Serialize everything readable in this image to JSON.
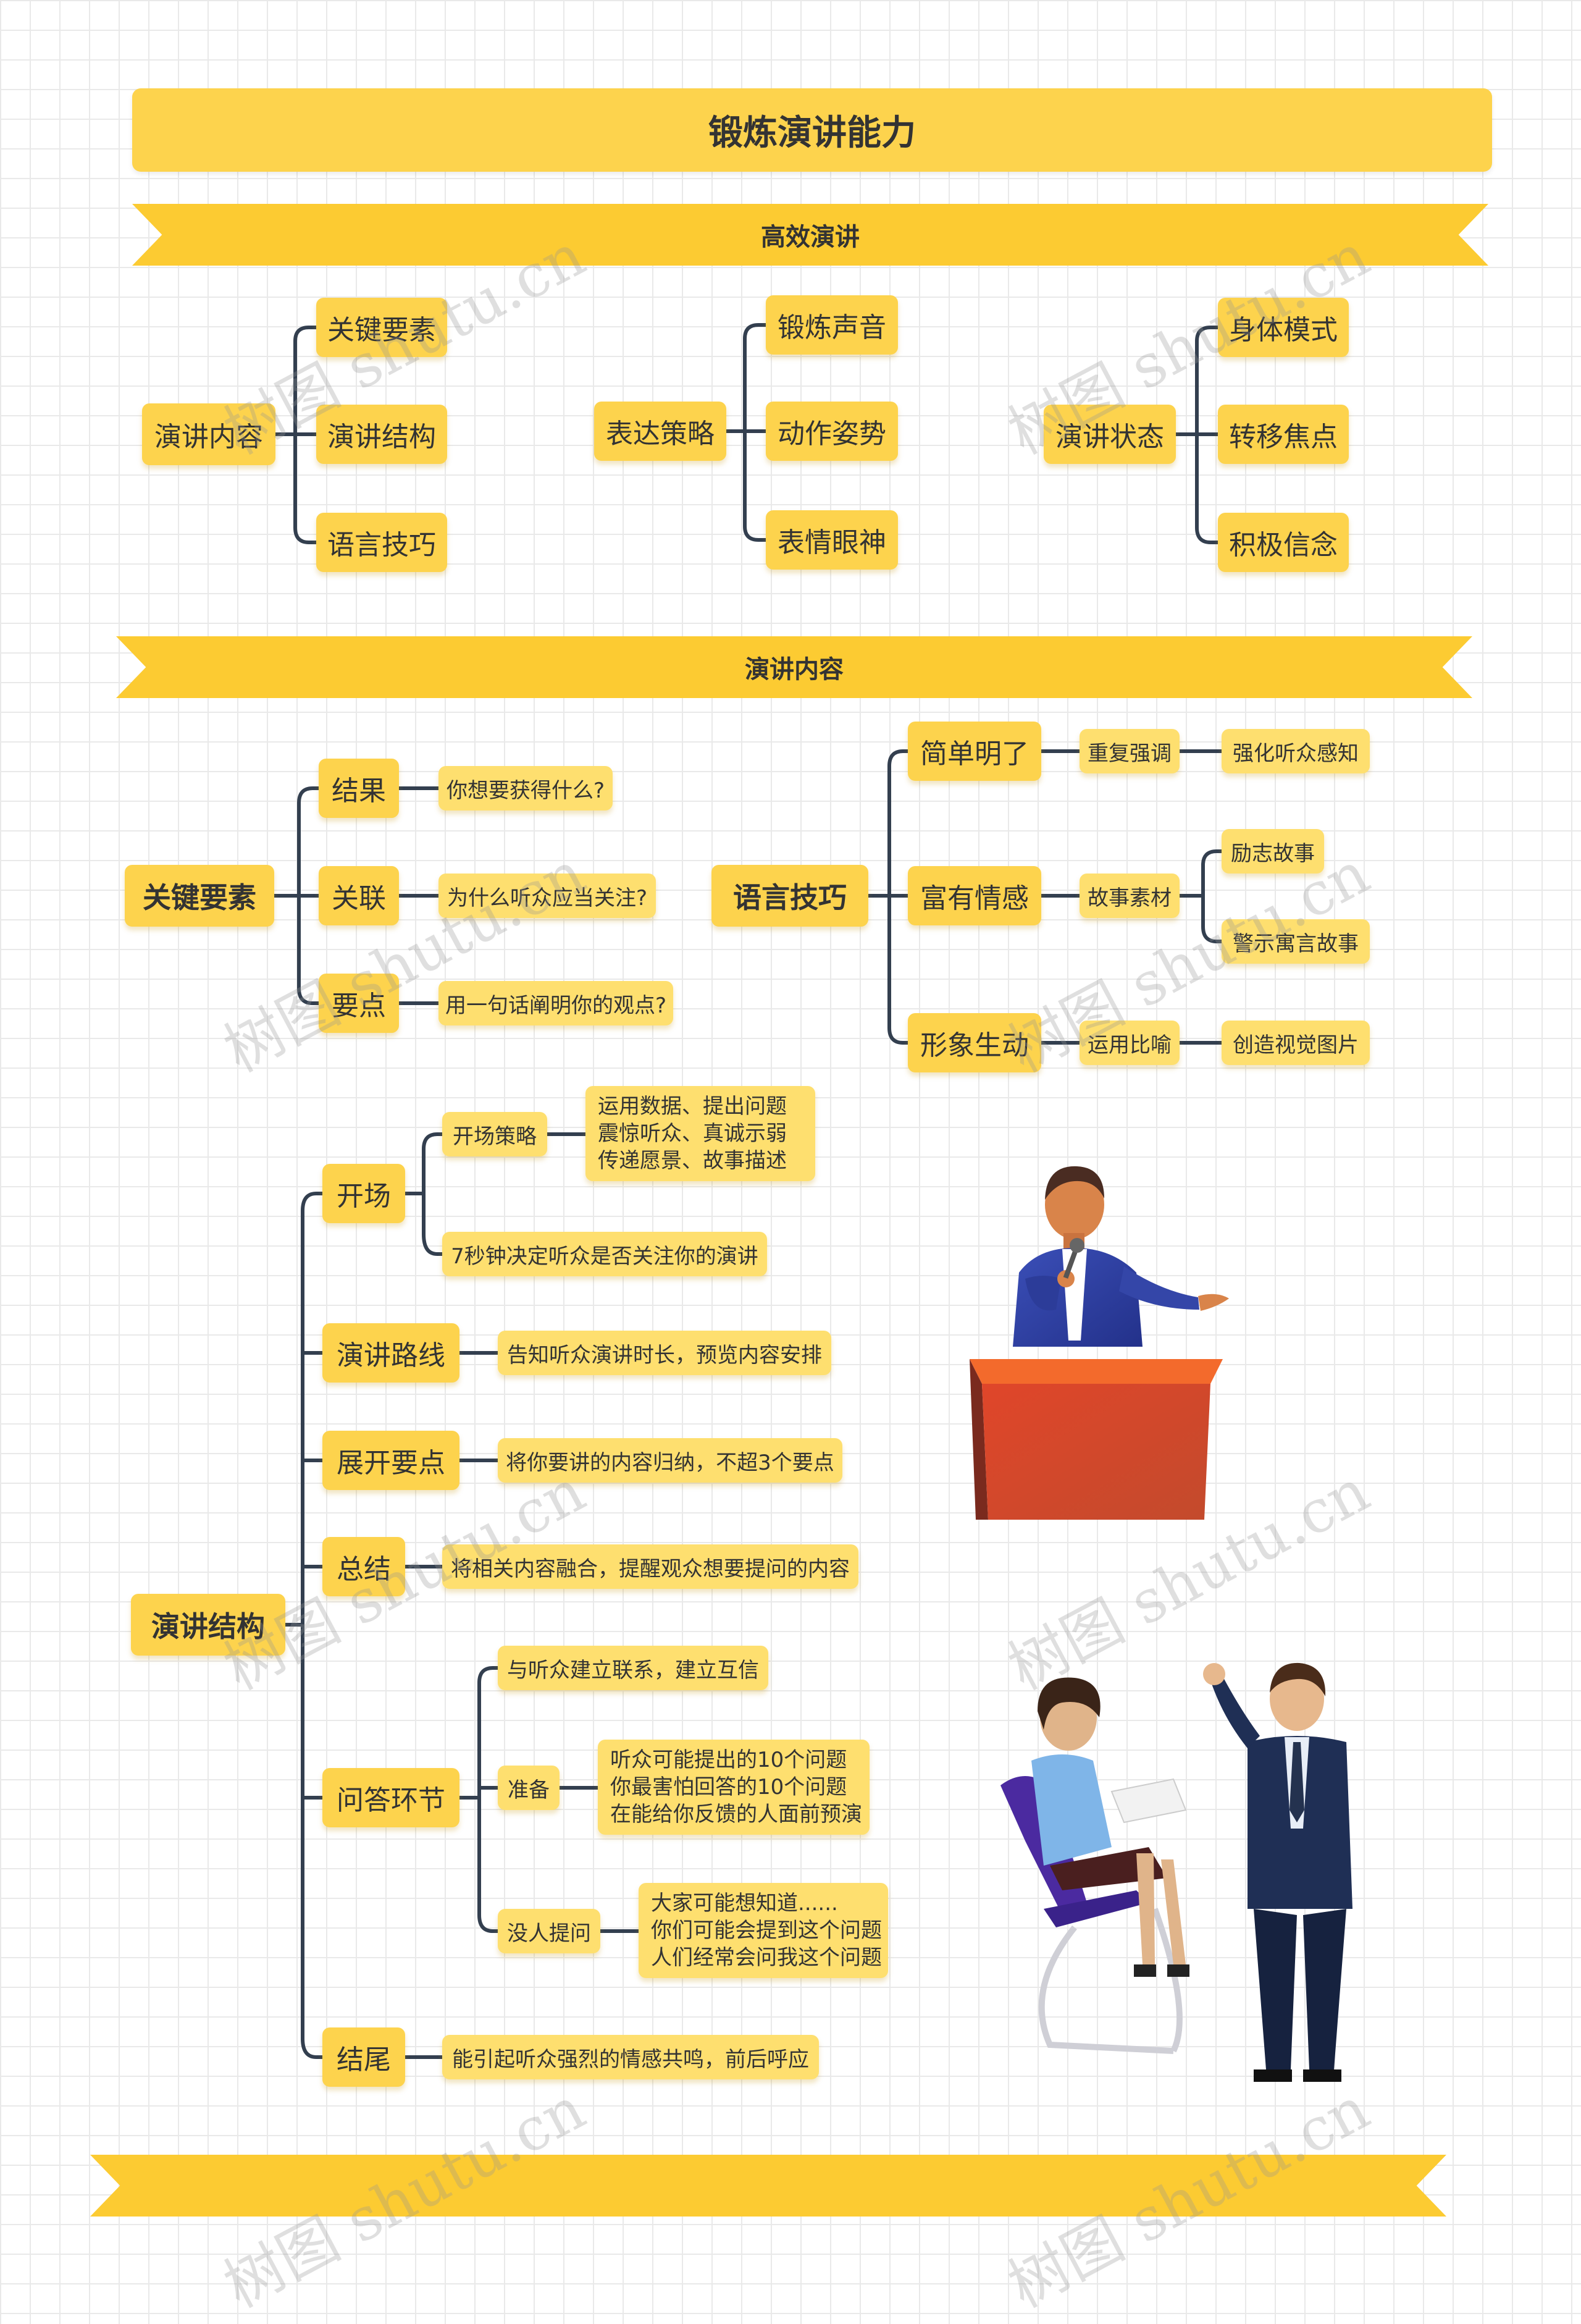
{
  "title": "锻炼演讲能力",
  "banners": {
    "b1": "高效演讲",
    "b2": "演讲内容",
    "b3": ""
  },
  "overview": {
    "content": {
      "label": "演讲内容",
      "children": [
        "关键要素",
        "演讲结构",
        "语言技巧"
      ]
    },
    "strategy": {
      "label": "表达策略",
      "children": [
        "锻炼声音",
        "动作姿势",
        "表情眼神"
      ]
    },
    "state": {
      "label": "演讲状态",
      "children": [
        "身体模式",
        "转移焦点",
        "积极信念"
      ]
    }
  },
  "key_elements": {
    "label": "关键要素",
    "items": [
      {
        "label": "结果",
        "detail": "你想要获得什么?"
      },
      {
        "label": "关联",
        "detail": "为什么听众应当关注?"
      },
      {
        "label": "要点",
        "detail": "用一句话阐明你的观点?"
      }
    ]
  },
  "language": {
    "label": "语言技巧",
    "items": [
      {
        "label": "简单明了",
        "mid": "重复强调",
        "leaf": "强化听众感知"
      },
      {
        "label": "富有情感",
        "mid": "故事素材",
        "leaves": [
          "励志故事",
          "警示寓言故事"
        ]
      },
      {
        "label": "形象生动",
        "mid": "运用比喻",
        "leaf": "创造视觉图片"
      }
    ]
  },
  "structure": {
    "label": "演讲结构",
    "opening": {
      "label": "开场",
      "strategy_label": "开场策略",
      "strategy_detail": "运用数据、提出问题\n震惊听众、真诚示弱\n传递愿景、故事描述",
      "note": "7秒钟决定听众是否关注你的演讲"
    },
    "route": {
      "label": "演讲路线",
      "detail": "告知听众演讲时长，预览内容安排"
    },
    "points": {
      "label": "展开要点",
      "detail": "将你要讲的内容归纳，不超3个要点"
    },
    "summary": {
      "label": "总结",
      "detail": "将相关内容融合，提醒观众想要提问的内容"
    },
    "qa": {
      "label": "问答环节",
      "connect": "与听众建立联系，建立互信",
      "prepare_label": "准备",
      "prepare_detail": "听众可能提出的10个问题\n你最害怕回答的10个问题\n在能给你反馈的人面前预演",
      "noask_label": "没人提问",
      "noask_detail": "大家可能想知道......\n你们可能会提到这个问题\n人们经常会问我这个问题"
    },
    "ending": {
      "label": "结尾",
      "detail": "能引起听众强烈的情感共鸣，前后呼应"
    }
  },
  "watermark": "树图 shutu.cn",
  "colors": {
    "node": "#fdd34d",
    "leaf": "#fedf6f",
    "banner": "#fccb32",
    "line": "#333f4f"
  }
}
